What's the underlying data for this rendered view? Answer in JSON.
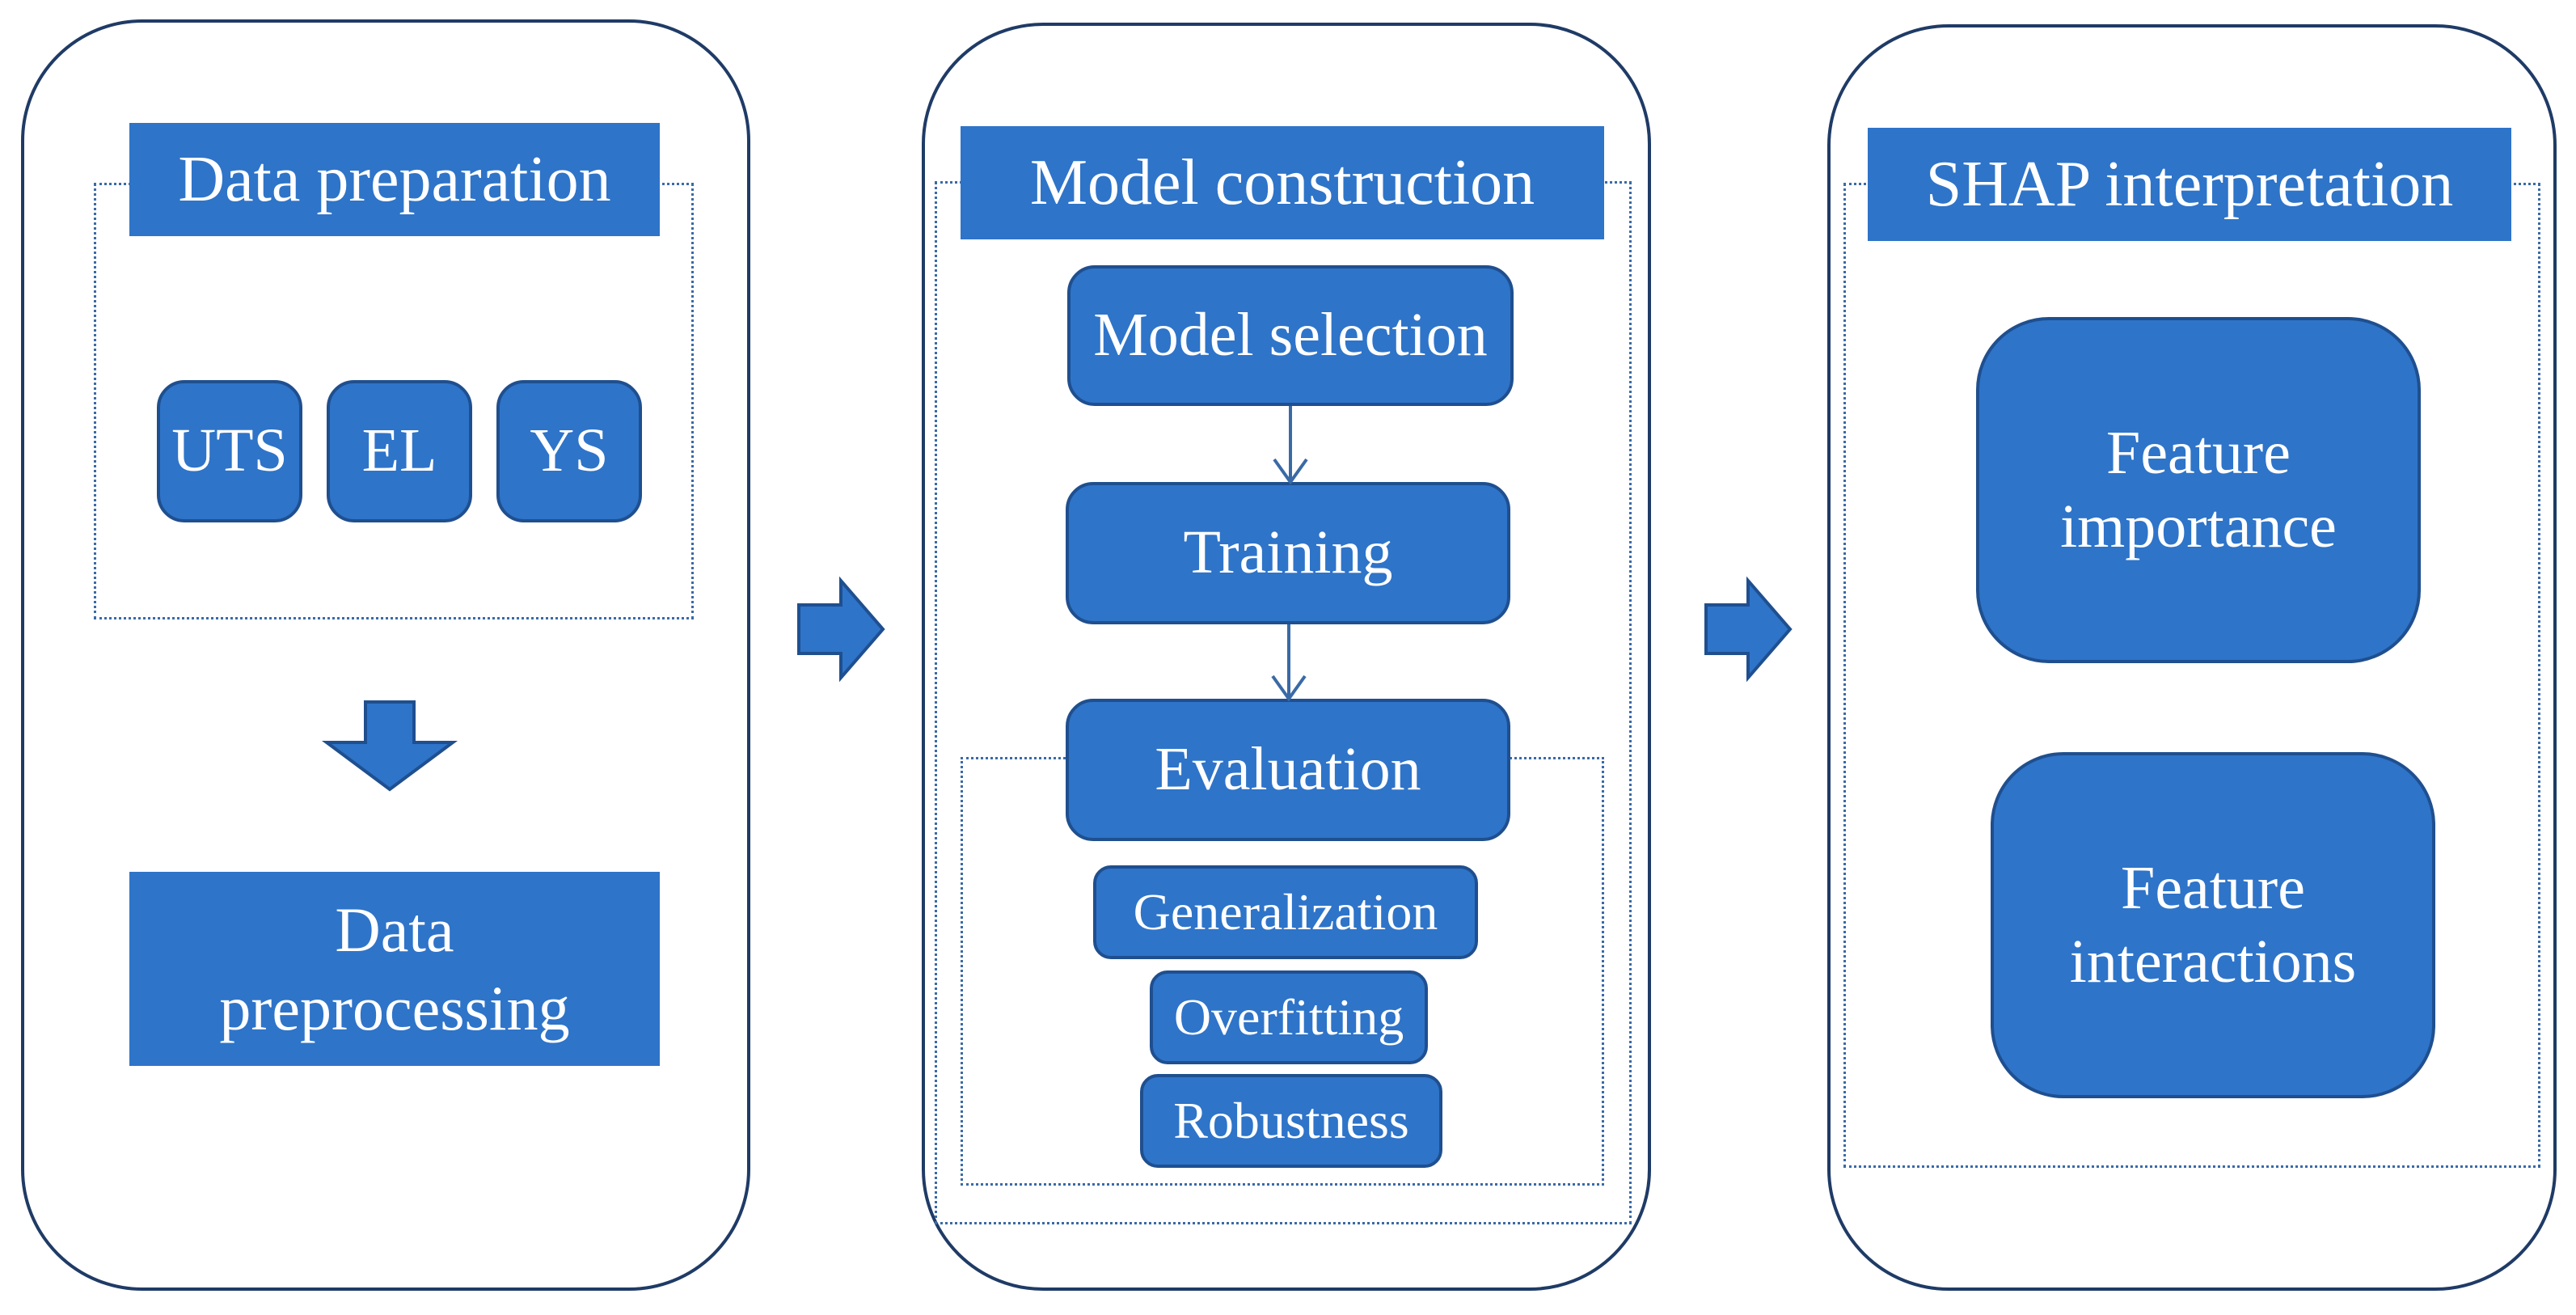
{
  "colors": {
    "box_fill": "#2e74c9",
    "box_border": "#1f4f8f",
    "panel_border": "#1f3b66",
    "dotted": "#3a6aa6"
  },
  "left_panel": {
    "title": "Data preparation",
    "targets": [
      "UTS",
      "EL",
      "YS"
    ],
    "bottom": "Data\npreprocessing"
  },
  "middle_panel": {
    "title": "Model construction",
    "steps": [
      "Model selection",
      "Training",
      "Evaluation"
    ],
    "evaluation_items": [
      "Generalization",
      "Overfitting",
      "Robustness"
    ]
  },
  "right_panel": {
    "title": "SHAP interpretation",
    "items": [
      "Feature\nimportance",
      "Feature\ninteractions"
    ]
  }
}
